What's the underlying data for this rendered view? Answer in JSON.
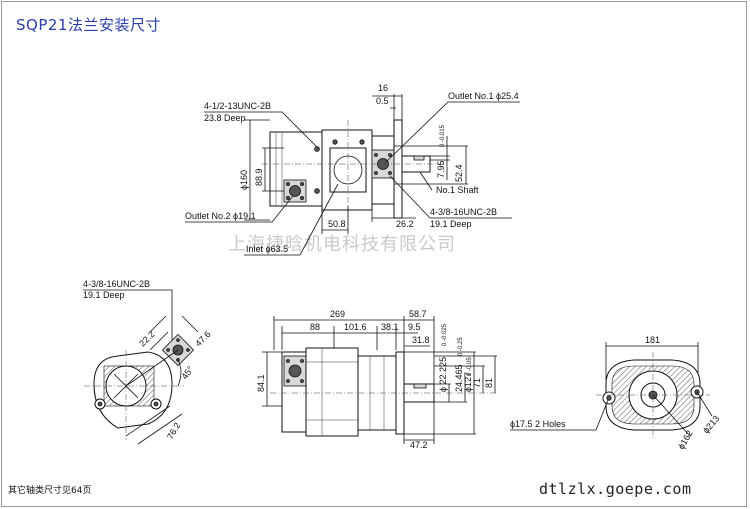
{
  "title": "SQP21法兰安装尺寸",
  "footnote": "其它轴类尺寸见64页",
  "website": "dtlzlx.goepe.com",
  "watermark": "上海捷晗机电科技有限公司",
  "top_view": {
    "thread_top_label": "4-1/2-13UNC-2B",
    "thread_top_depth": "23.8 Deep",
    "dim_16": "16",
    "dim_0_5": "0.5",
    "outlet1_label": "Outlet No.1 ϕ25.4",
    "dim_7_95": "7.95",
    "dim_7_95_tol": "0 -0.015",
    "dim_52_4": "52.4",
    "shaft_label": "No.1 Shaft",
    "dim_160": "ϕ160",
    "dim_88_9": "88.9",
    "outlet2_label": "Outlet No.2 ϕ19.1",
    "dim_50_8": "50.8",
    "dim_26_2": "26.2",
    "thread_side_label": "4-3/8-16UNC-2B",
    "thread_side_depth": "19.1 Deep",
    "inlet_label": "Inlet ϕ63.5"
  },
  "left_view": {
    "thread_label": "4-3/8-16UNC-2B",
    "thread_depth": "19.1 Deep",
    "dim_22_2": "22.2",
    "dim_47_6": "47.6",
    "dim_45": "45°",
    "dim_76_2": "76.2"
  },
  "side_view": {
    "dim_269": "269",
    "dim_58_7": "58.7",
    "dim_88": "88",
    "dim_101_6": "101.6",
    "dim_38_1": "38.1",
    "dim_9_5": "9.5",
    "dim_31_8": "31.8",
    "dim_84_1": "84.1",
    "dim_22_225": "ϕ 22.225",
    "dim_22_225_tol": "0 -0.025",
    "dim_24_465": "24.465",
    "dim_24_465_tol": "0 -0.25",
    "dim_127": "ϕ127",
    "dim_127_tol": "0 -0.05",
    "dim_71": "71",
    "dim_81": "81",
    "dim_47_2": "47.2"
  },
  "front_view": {
    "dim_181": "181",
    "holes_label": "ϕ17.5 2 Holes",
    "dim_162": "ϕ162",
    "dim_213": "ϕ213"
  }
}
